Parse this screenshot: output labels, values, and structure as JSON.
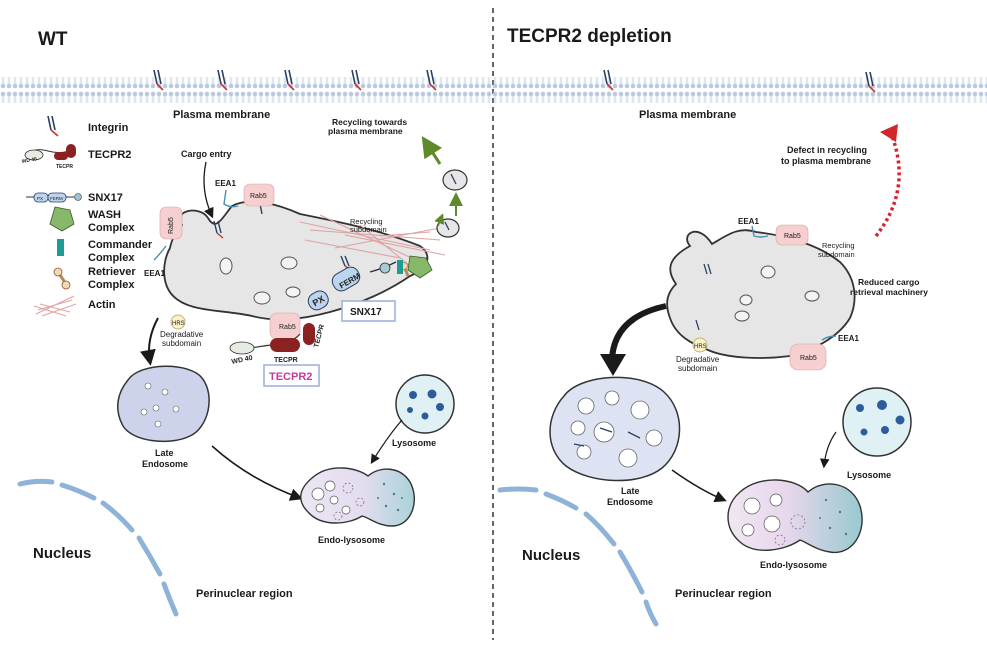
{
  "panels": {
    "wt": {
      "title": "WT"
    },
    "depletion": {
      "title": "TECPR2 depletion"
    }
  },
  "labels": {
    "plasma_membrane": "Plasma membrane",
    "cargo_entry": "Cargo entry",
    "recycling_towards": [
      "Recycling towards",
      "plasma membrane"
    ],
    "recycling_subdomain": [
      "Recycling",
      "subdomain"
    ],
    "degradative_subdomain": [
      "Degradative",
      "subdomain"
    ],
    "eea1": "EEA1",
    "rab5": "Rab5",
    "hrs": "HRS",
    "px": "PX",
    "ferm": "FERM",
    "wd40": "WD 40",
    "tecpr": "TECPR",
    "snx17": "SNX17",
    "tecpr2": "TECPR2",
    "late_endosome": [
      "Late",
      "Endosome"
    ],
    "lysosome": "Lysosome",
    "endo_lysosome": "Endo-lysosome",
    "nucleus": "Nucleus",
    "perinuclear": "Perinuclear region",
    "defect": [
      "Defect in recycling",
      "to plasma membrane"
    ],
    "reduced": [
      "Reduced cargo",
      "retrieval machinery"
    ]
  },
  "legend": {
    "items": [
      {
        "label": "Integrin",
        "icon": "integrin-icon"
      },
      {
        "label": "TECPR2",
        "icon": "tecpr2-icon"
      },
      {
        "label": "SNX17",
        "icon": "snx17-icon"
      },
      {
        "label": [
          "WASH",
          "Complex"
        ],
        "icon": "wash-complex-icon"
      },
      {
        "label": [
          "Commander",
          "Complex"
        ],
        "icon": "commander-complex-icon"
      },
      {
        "label": [
          "Retriever",
          "Complex"
        ],
        "icon": "retriever-complex-icon"
      },
      {
        "label": "Actin",
        "icon": "actin-icon"
      }
    ]
  },
  "colors": {
    "membrane": "#c5d3e6",
    "endosome": "#e6e6e6",
    "rab5": "#f6d0d0",
    "tecpr_red": "#8c2121",
    "snx17": "#bcd4ee",
    "wash_green": "#86b86a",
    "commander_teal": "#1d9c93",
    "actin": "#e0a3a3",
    "lysosome_fill": "#dff1f5",
    "late_endosome_fill": "#cdd3ea",
    "arrow_green": "#5f8a2c",
    "arrow_red": "#d3252c",
    "tecpr2_box_text": "#c43aa0",
    "nucleus_blue": "#8fb2d8"
  }
}
